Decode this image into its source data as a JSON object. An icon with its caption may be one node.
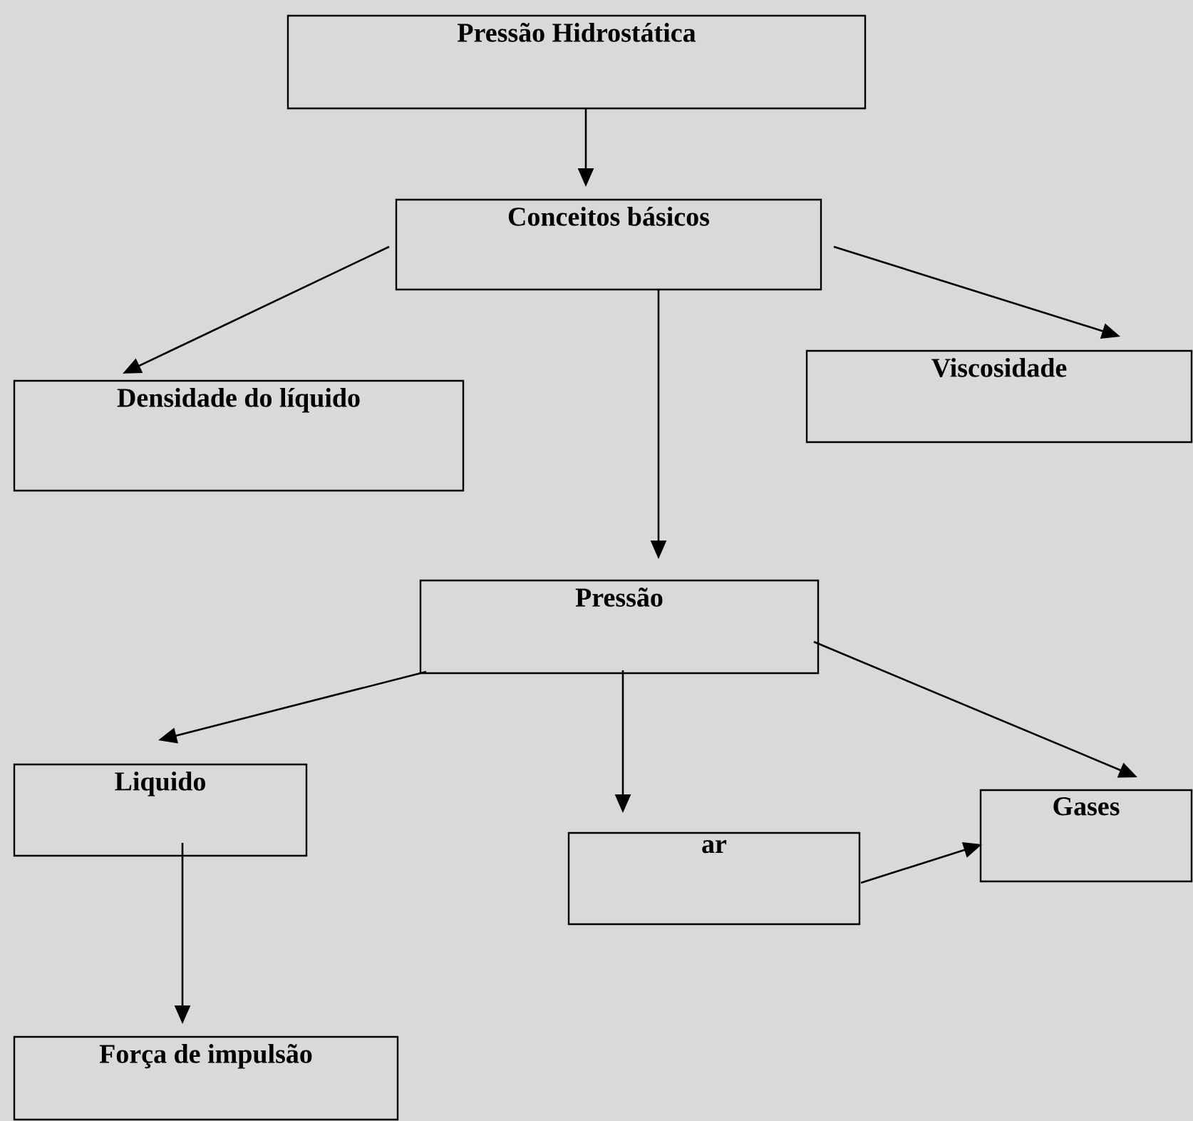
{
  "diagram": {
    "nodes": [
      {
        "text": [
          "Pressão Hidrostática"
        ]
      },
      {
        "text": [
          "Conceitos básicos"
        ]
      },
      {
        "text": [
          "Densidade do líquido"
        ]
      },
      {
        "text": [
          "Viscosidade"
        ]
      },
      {
        "text": [
          "Pressão"
        ]
      },
      {
        "text": [
          "Liquido"
        ]
      },
      {
        "text": [
          "ar"
        ]
      },
      {
        "text": [
          "Gases"
        ]
      },
      {
        "text": [
          "Força de impulsão"
        ]
      }
    ],
    "edges": [
      {
        "from": 0,
        "to": 1,
        "arrow": "to"
      },
      {
        "from": 1,
        "to": 2,
        "arrow": "to"
      },
      {
        "from": 1,
        "to": 3,
        "arrow": "to"
      },
      {
        "from": 1,
        "to": 4,
        "arrow": "to"
      },
      {
        "from": 4,
        "to": 5,
        "arrow": "to"
      },
      {
        "from": 4,
        "to": 6,
        "arrow": "to"
      },
      {
        "from": 4,
        "to": 7,
        "arrow": "to"
      },
      {
        "from": 6,
        "to": 7,
        "arrow": "to"
      },
      {
        "from": 5,
        "to": 8,
        "arrow": "to"
      }
    ]
  }
}
